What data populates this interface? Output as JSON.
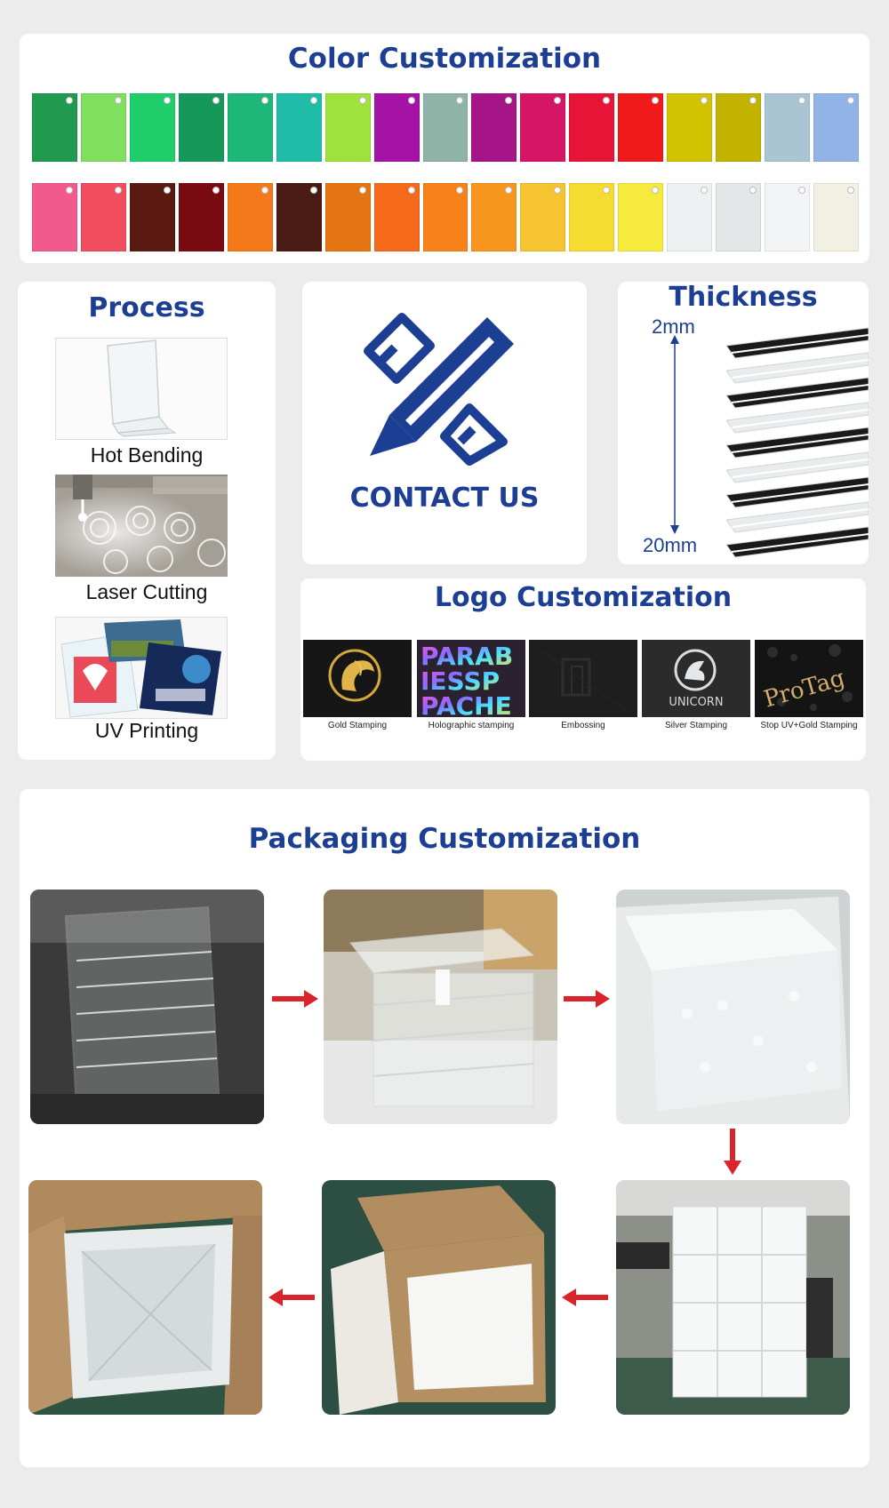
{
  "color_section": {
    "title": "Color Customization",
    "row1": [
      "#1f9a4f",
      "#7ee05e",
      "#1fce6a",
      "#15985a",
      "#1db77a",
      "#1fbda7",
      "#9fe23c",
      "#a612a6",
      "#8fb3a7",
      "#a51587",
      "#d61565",
      "#e81437",
      "#f01a1a",
      "#d2c300",
      "#c2b300",
      "#a9c4d2",
      "#92b3e6"
    ],
    "row2": [
      "#f25a8e",
      "#f04e5e",
      "#5a1a12",
      "#7a0a12",
      "#f5781a",
      "#4a1a14",
      "#e57512",
      "#f56a1a",
      "#f7821c",
      "#f7951e",
      "#f6c430",
      "#f6dc30",
      "#f6ea3c",
      "#eef1f2",
      "#e3e7e8",
      "#f2f4f5",
      "#f2f0e2"
    ]
  },
  "process": {
    "title": "Process",
    "items": [
      {
        "label": "Hot Bending"
      },
      {
        "label": "Laser Cutting"
      },
      {
        "label": "UV Printing"
      }
    ]
  },
  "contact": {
    "text": "CONTACT US",
    "icon": "pencil-ruler-icon"
  },
  "thickness": {
    "title": "Thickness",
    "min_label": "2mm",
    "max_label": "20mm"
  },
  "logo": {
    "title": "Logo Customization",
    "items": [
      {
        "caption": "Gold Stamping"
      },
      {
        "caption": "Holographic stamping"
      },
      {
        "caption": "Embossing"
      },
      {
        "caption": "Silver Stamping"
      },
      {
        "caption": "Stop UV+Gold Stamping"
      }
    ],
    "tile_texts": {
      "holo_lines": [
        "PARAB",
        "IESSP",
        "PACHE"
      ],
      "unicorn": "UNICORN",
      "protag": "ProTag"
    }
  },
  "packaging": {
    "title": "Packaging Customization"
  },
  "colors": {
    "brand_blue": "#1c3f94",
    "arrow_red": "#d8242a"
  }
}
